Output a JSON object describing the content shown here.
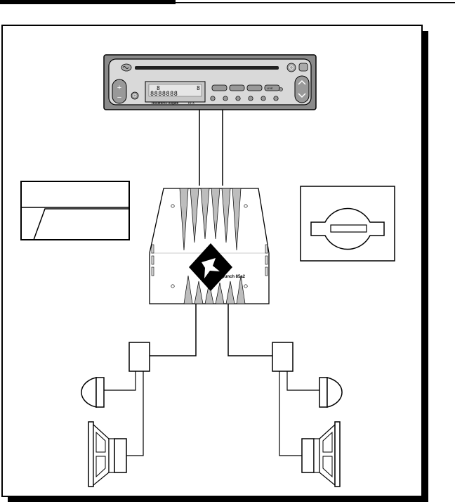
{
  "header_rule": {
    "style": "thick-left-thin-right"
  },
  "head_unit": {
    "brand": "Rockford Fosgate",
    "model": "RFX",
    "lcd_segments": "8888888",
    "lcd_left_digit": "8",
    "lcd_right_digit": "8",
    "plus_glyph": "+",
    "minus_glyph": "−",
    "corner_badge": "LIVE"
  },
  "amplifier": {
    "badge": "punch 85a2"
  },
  "graph_panel": {
    "icon": "highpass-response-curve"
  },
  "switch_panel": {
    "icon": "rotary-switch"
  },
  "colors": {
    "ink": "#000000",
    "head_unit_body": "#8a8a8a",
    "head_unit_face": "#d9d9d9",
    "lcd": "#c8c8c8",
    "amp_fin": "#bdbdbd",
    "speaker_fill": "#ffffff"
  }
}
